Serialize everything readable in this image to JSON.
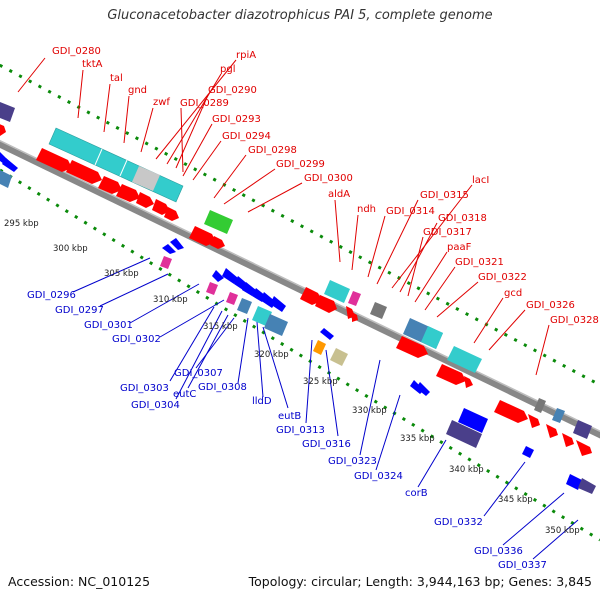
{
  "title": "Gluconacetobacter diazotrophicus PAI 5, complete genome",
  "footer": {
    "accession": "Accession: NC_010125",
    "topology": "Topology: circular; Length: 3,944,163 bp; Genes: 3,845"
  },
  "colors": {
    "forward_label": "#e00000",
    "reverse_label": "#0000cc",
    "backbone": "#888888",
    "tick": "#0a8a0a"
  },
  "kbp_ticks": [
    "295 kbp",
    "300 kbp",
    "305 kbp",
    "310 kbp",
    "315 kbp",
    "320 kbp",
    "325 kbp",
    "330 kbp",
    "335 kbp",
    "340 kbp",
    "345 kbp",
    "350 kbp"
  ],
  "genes_top": [
    "GDI_0280",
    "tktA",
    "tal",
    "gnd",
    "zwf",
    "pgl",
    "rpiA",
    "GDI_0290",
    "GDI_0289",
    "GDI_0293",
    "GDI_0294",
    "GDI_0298",
    "GDI_0299",
    "GDI_0300",
    "aldA",
    "ndh",
    "GDI_0314",
    "GDI_0315",
    "lacI",
    "GDI_0318",
    "GDI_0317",
    "paaF",
    "GDI_0321",
    "GDI_0322",
    "gcd",
    "GDI_0326",
    "GDI_0328"
  ],
  "genes_bottom": [
    "GDI_0296",
    "GDI_0297",
    "GDI_0301",
    "GDI_0302",
    "GDI_0303",
    "GDI_0304",
    "eutC",
    "GDI_0307",
    "GDI_0308",
    "lldD",
    "eutB",
    "GDI_0313",
    "GDI_0316",
    "GDI_0323",
    "GDI_0324",
    "corB",
    "GDI_0332",
    "GDI_0336",
    "GDI_0337"
  ]
}
